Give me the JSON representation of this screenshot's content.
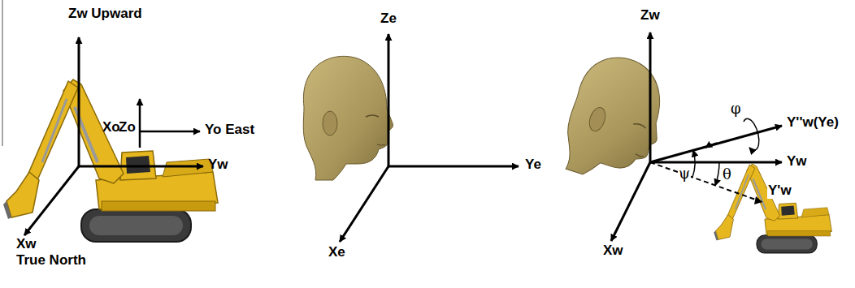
{
  "diagram": {
    "labels": [
      "Zw Upward",
      "Xo",
      "Zo",
      "Yo East",
      "Yw",
      "Xw",
      "True North",
      "Ze",
      "Ye",
      "Xe",
      "Zw",
      "Y''w(Ye)",
      "φ",
      "Yw",
      "ψ",
      "θ",
      "Y'w",
      "Xw"
    ]
  }
}
